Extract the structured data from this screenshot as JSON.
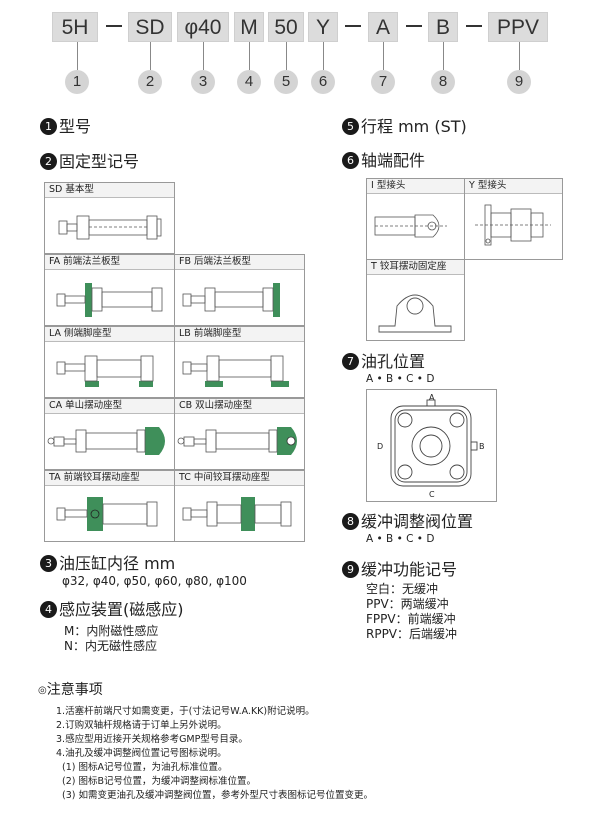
{
  "code_parts": [
    "5H",
    "SD",
    "φ40",
    "M",
    "50",
    "Y",
    "A",
    "B",
    "PPV"
  ],
  "numbers": [
    "1",
    "2",
    "3",
    "4",
    "5",
    "6",
    "7",
    "8",
    "9"
  ],
  "sections": {
    "s1": {
      "badge": "1",
      "title": "型号"
    },
    "s2": {
      "badge": "2",
      "title": "固定型记号"
    },
    "s3": {
      "badge": "3",
      "title": "油压缸内径 mm",
      "sizes": "φ32, φ40, φ50, φ60, φ80, φ100"
    },
    "s4": {
      "badge": "4",
      "title": "感应装置(磁感应)",
      "m": "M：内附磁性感应",
      "n": "N：内无磁性感应"
    },
    "s5": {
      "badge": "5",
      "title": "行程 mm (ST)"
    },
    "s6": {
      "badge": "6",
      "title": "轴端配件"
    },
    "s7": {
      "badge": "7",
      "title": "油孔位置",
      "opts": "A • B • C • D"
    },
    "s8": {
      "badge": "8",
      "title": "缓冲调整阀位置",
      "opts": "A • B • C • D"
    },
    "s9": {
      "badge": "9",
      "title": "缓冲功能记号",
      "items": [
        "空白：无缓冲",
        "PPV：两端缓冲",
        "FPPV：前端缓冲",
        "RPPV：后端缓冲"
      ]
    }
  },
  "mount_types": {
    "sd": "SD 基本型",
    "fa": "FA 前端法兰板型",
    "fb": "FB 后端法兰板型",
    "la": "LA 侧端脚座型",
    "lb": "LB 前端脚座型",
    "ca": "CA 单山摆动座型",
    "cb": "CB 双山摆动座型",
    "ta": "TA 前端铰耳摆动座型",
    "tc": "TC 中间铰耳摆动座型"
  },
  "rod_ends": {
    "i": "I 型接头",
    "y": "Y 型接头",
    "t": "T 铰耳摆动固定座"
  },
  "port_labels": {
    "a": "A",
    "b": "B",
    "c": "C",
    "d": "D"
  },
  "notes": {
    "title": "注意事项",
    "bullet": "◎",
    "lines": [
      "1.活塞杆前端尺寸如需变更，于(寸法记号W.A.KK)附记说明。",
      "2.订购双轴杆规格请于订单上另外说明。",
      "3.感应型用近接开关规格参考GMP型号目录。",
      "4.油孔及缓冲调整阀位置记号图标说明。",
      "(1) 图标A记号位置，为油孔标准位置。",
      "(2) 图标B记号位置，为缓冲调整阀标准位置。",
      "(3) 如需变更油孔及缓冲调整阀位置，参考外型尺寸表图标记号位置变更。"
    ]
  },
  "colors": {
    "mount_highlight": "#3f8f5a",
    "box_fill": "#dcdcdc",
    "badge": "#1a1a1a"
  }
}
